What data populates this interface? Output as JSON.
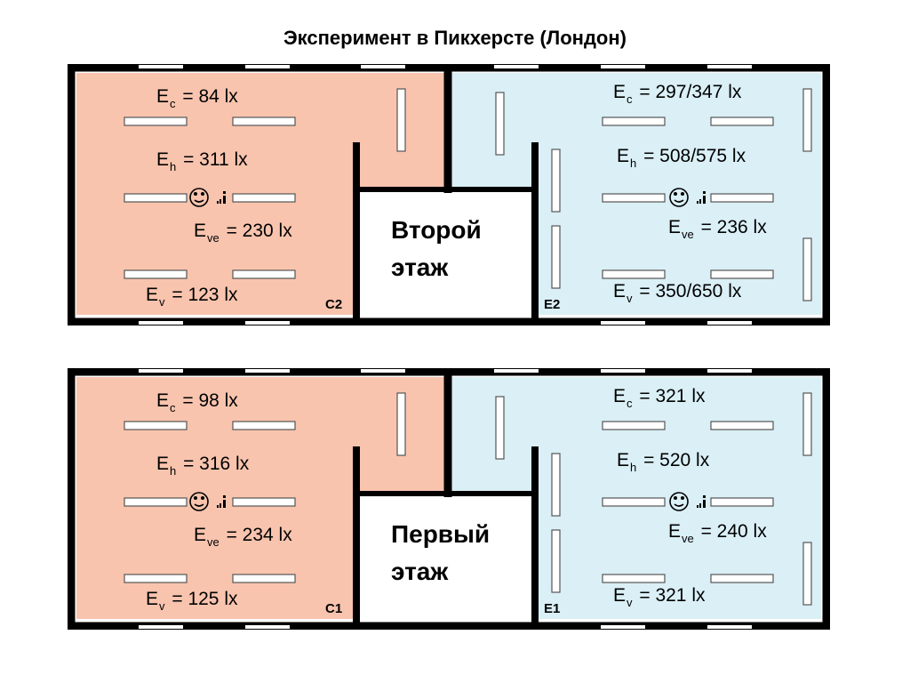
{
  "title": "Эксперимент в Пикхерсте (Лондон)",
  "colors": {
    "left_room": "#f8c4ae",
    "right_room": "#daeff6",
    "wall": "#000000",
    "luminaire": "#ffffff"
  },
  "icons": {
    "person": "smiley-face-icon",
    "signal": "signal-bars-icon"
  },
  "floors": [
    {
      "floor_label": [
        "Второй",
        "этаж"
      ],
      "left_room": {
        "code": "C2",
        "Ec": {
          "sym": "E",
          "sub": "c",
          "val": " = 84 lx"
        },
        "Eh": {
          "sym": "E",
          "sub": "h",
          "val": " = 311 lx"
        },
        "Eve": {
          "sym": "E",
          "sub": "ve",
          "val": " = 230 lx"
        },
        "Ev": {
          "sym": "E",
          "sub": "v",
          "val": " = 123 lx"
        }
      },
      "right_room": {
        "code": "E2",
        "Ec": {
          "sym": "E",
          "sub": "c",
          "val": " = 297/347 lx"
        },
        "Eh": {
          "sym": "E",
          "sub": "h",
          "val": " = 508/575 lx"
        },
        "Eve": {
          "sym": "E",
          "sub": "ve",
          "val": " = 236 lx"
        },
        "Ev": {
          "sym": "E",
          "sub": "v",
          "val": " = 350/650 lx"
        }
      }
    },
    {
      "floor_label": [
        "Первый",
        "этаж"
      ],
      "left_room": {
        "code": "C1",
        "Ec": {
          "sym": "E",
          "sub": "c",
          "val": " = 98 lx"
        },
        "Eh": {
          "sym": "E",
          "sub": "h",
          "val": " = 316 lx"
        },
        "Eve": {
          "sym": "E",
          "sub": "ve",
          "val": " = 234 lx"
        },
        "Ev": {
          "sym": "E",
          "sub": "v",
          "val": " = 125 lx"
        }
      },
      "right_room": {
        "code": "E1",
        "Ec": {
          "sym": "E",
          "sub": "c",
          "val": " = 321 lx"
        },
        "Eh": {
          "sym": "E",
          "sub": "h",
          "val": " = 520 lx"
        },
        "Eve": {
          "sym": "E",
          "sub": "ve",
          "val": " = 240 lx"
        },
        "Ev": {
          "sym": "E",
          "sub": "v",
          "val": " = 321 lx"
        }
      }
    }
  ]
}
